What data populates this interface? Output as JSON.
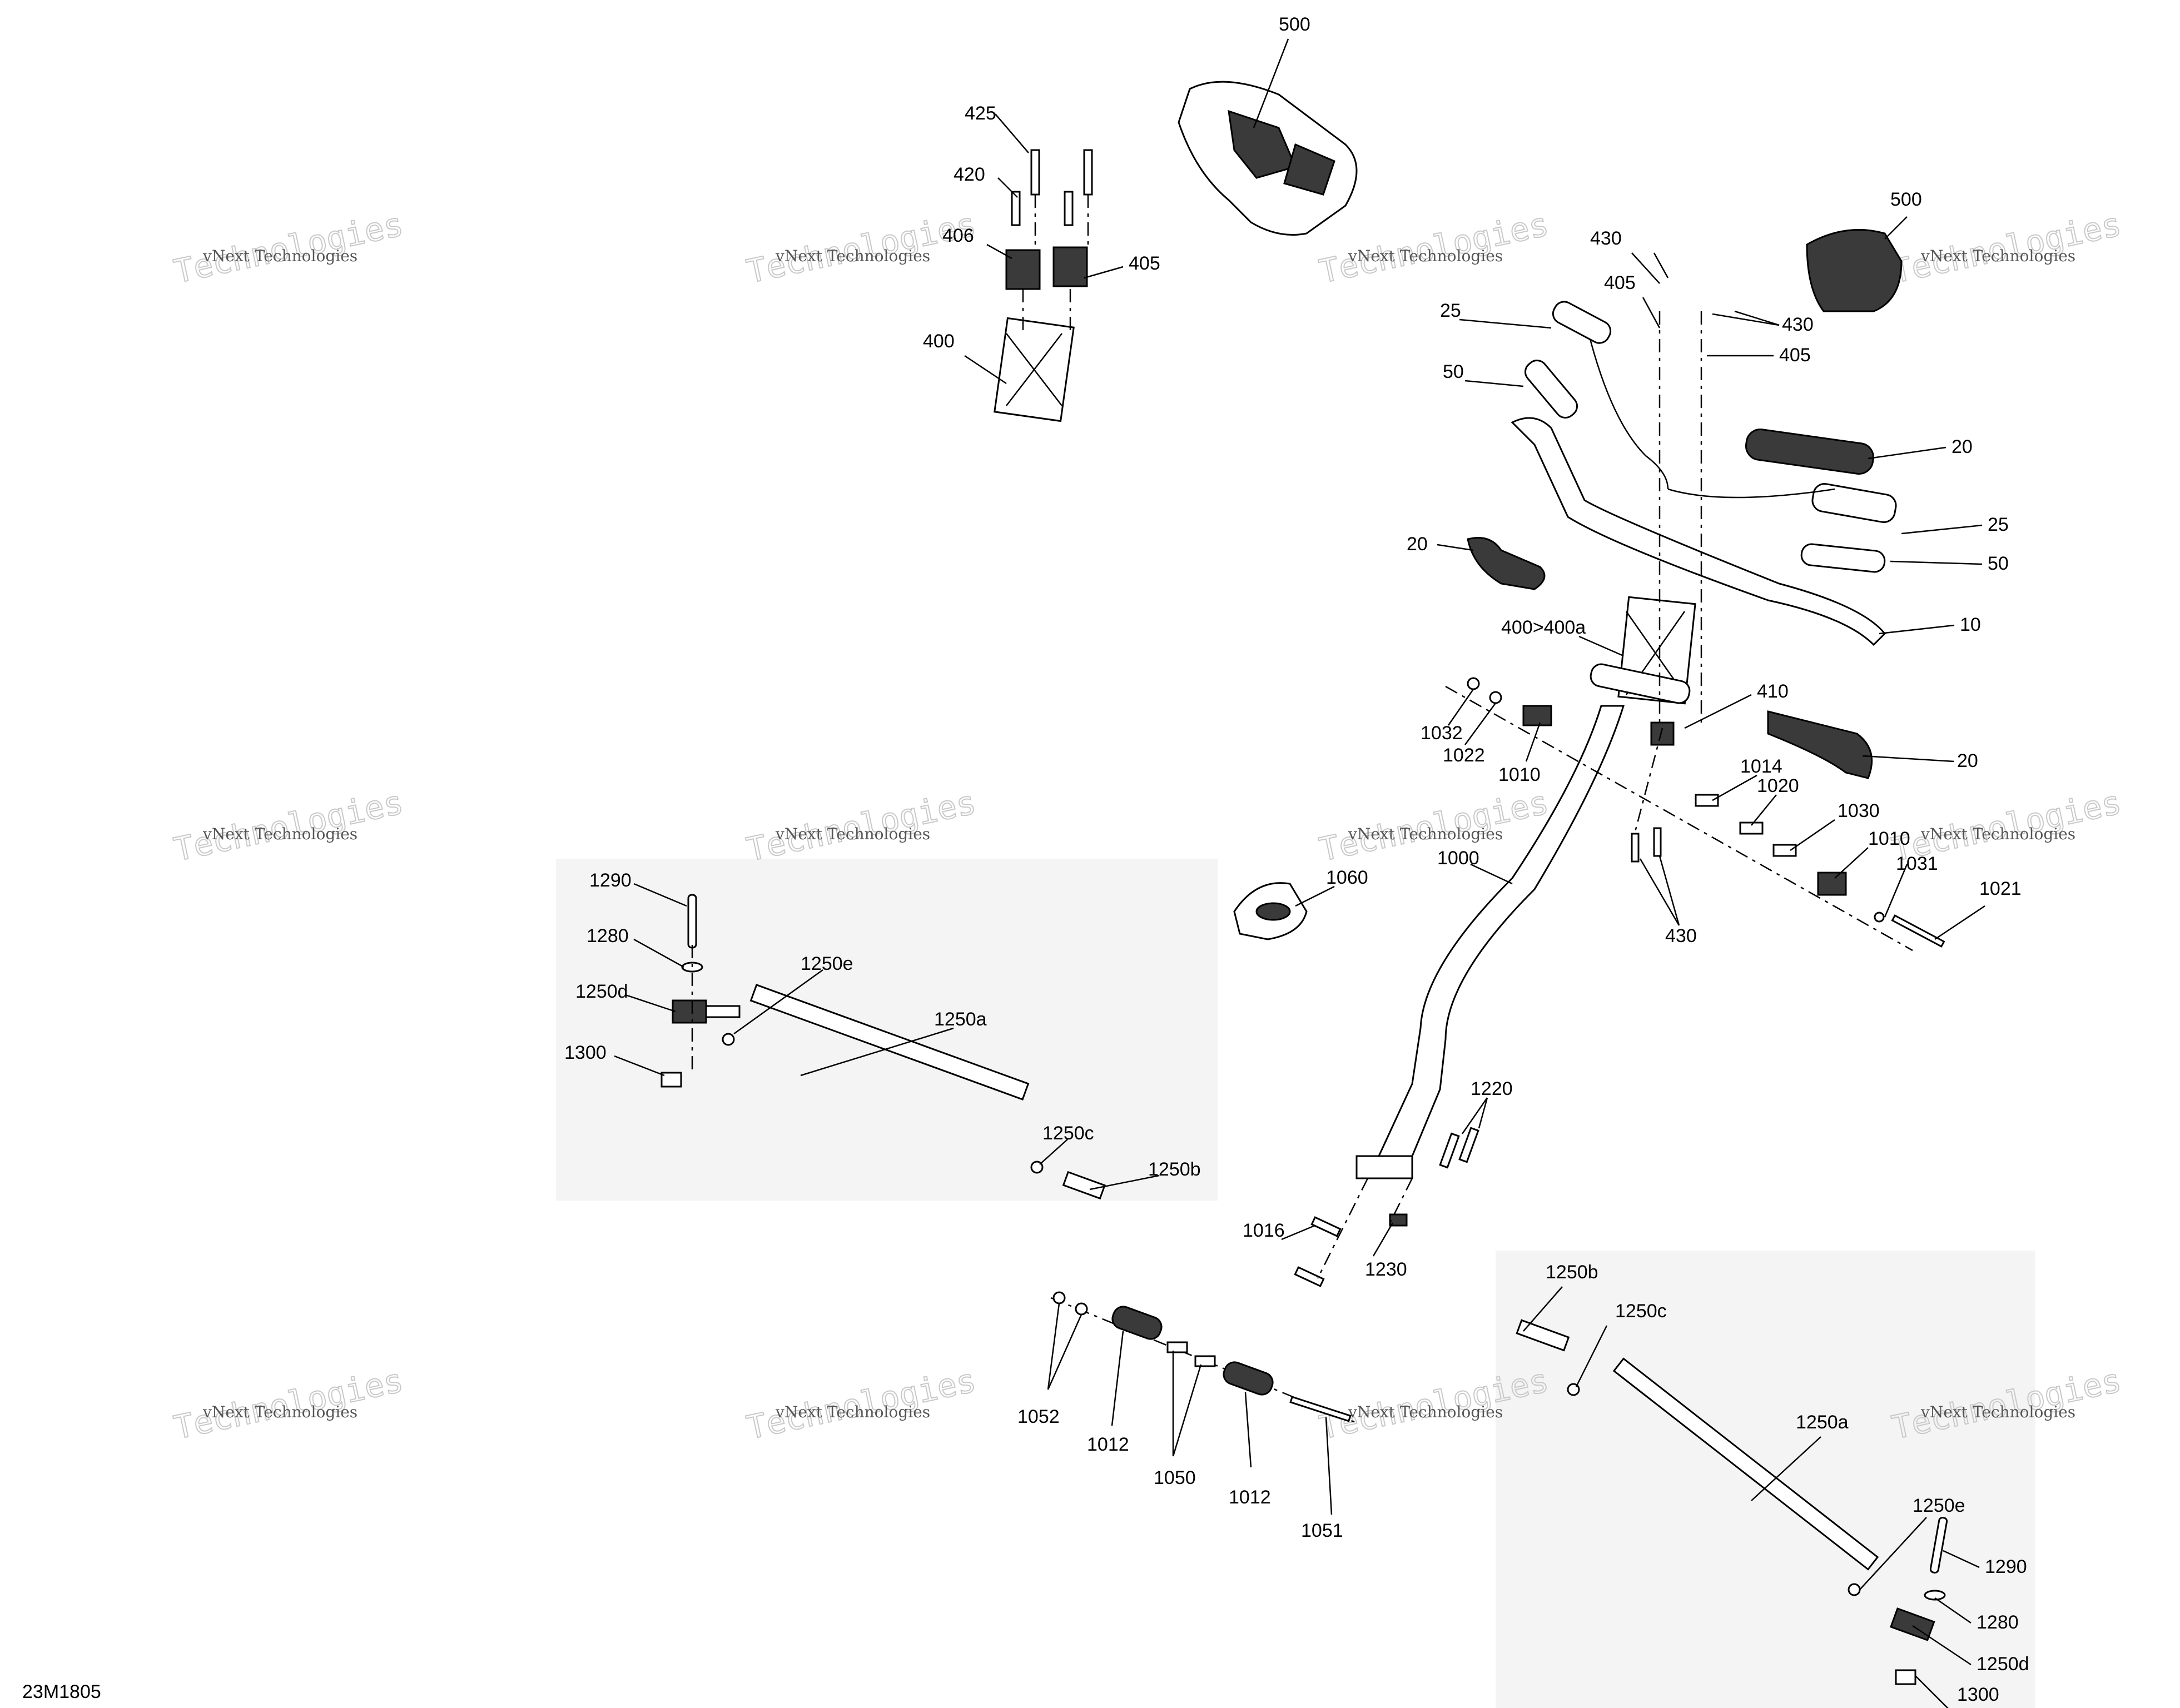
{
  "diagram": {
    "drawing_number": "23M1805",
    "watermark": {
      "line1": "vNext Technologies",
      "line2": "Technologies"
    },
    "callouts": [
      "500",
      "425",
      "420",
      "406",
      "405",
      "400",
      "430",
      "405",
      "25",
      "430",
      "50",
      "405",
      "500",
      "20",
      "25",
      "20",
      "50",
      "10",
      "400>400a",
      "410",
      "1032",
      "1022",
      "1010",
      "1014",
      "20",
      "1020",
      "1030",
      "1010",
      "1031",
      "1021",
      "1000",
      "1060",
      "430",
      "1290",
      "1280",
      "1250e",
      "1250d",
      "1250a",
      "1300",
      "1250c",
      "1250b",
      "1220",
      "1016",
      "1230",
      "1250b",
      "1250c",
      "1052",
      "1012",
      "1050",
      "1012",
      "1051",
      "1250a",
      "1250e",
      "1290",
      "1280",
      "1250d",
      "1300"
    ]
  }
}
